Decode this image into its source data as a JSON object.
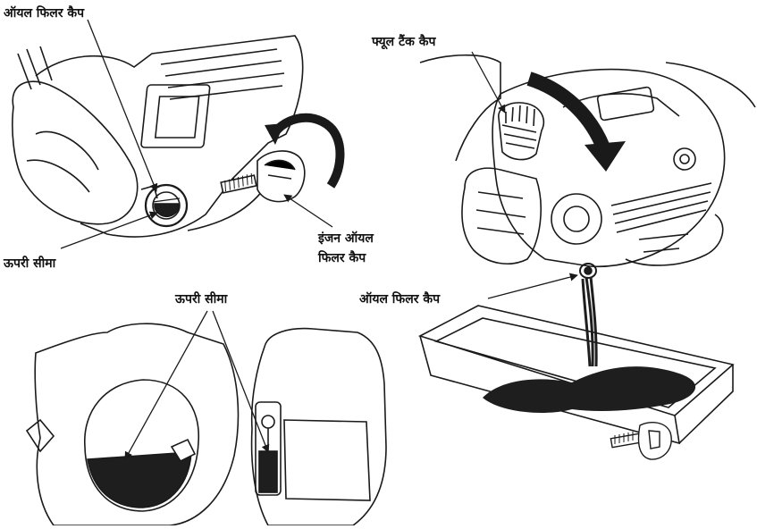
{
  "labels": {
    "oil_filler_cap_top": "ऑयल फिलर कैप",
    "upper_limit_left": "ऊपरी सीमा",
    "engine_oil_filler_cap_line1": "इंजन ऑयल",
    "engine_oil_filler_cap_line2": "फिलर कैप",
    "fuel_tank_cap": "फ्यूल टैंक कैप",
    "oil_filler_cap_right": "ऑयल फिलर कैप",
    "upper_limit_bottom": "ऊपरी सीमा"
  },
  "colors": {
    "line": "#1a1a1a",
    "oil": "#1e1e1e",
    "background": "#ffffff"
  }
}
